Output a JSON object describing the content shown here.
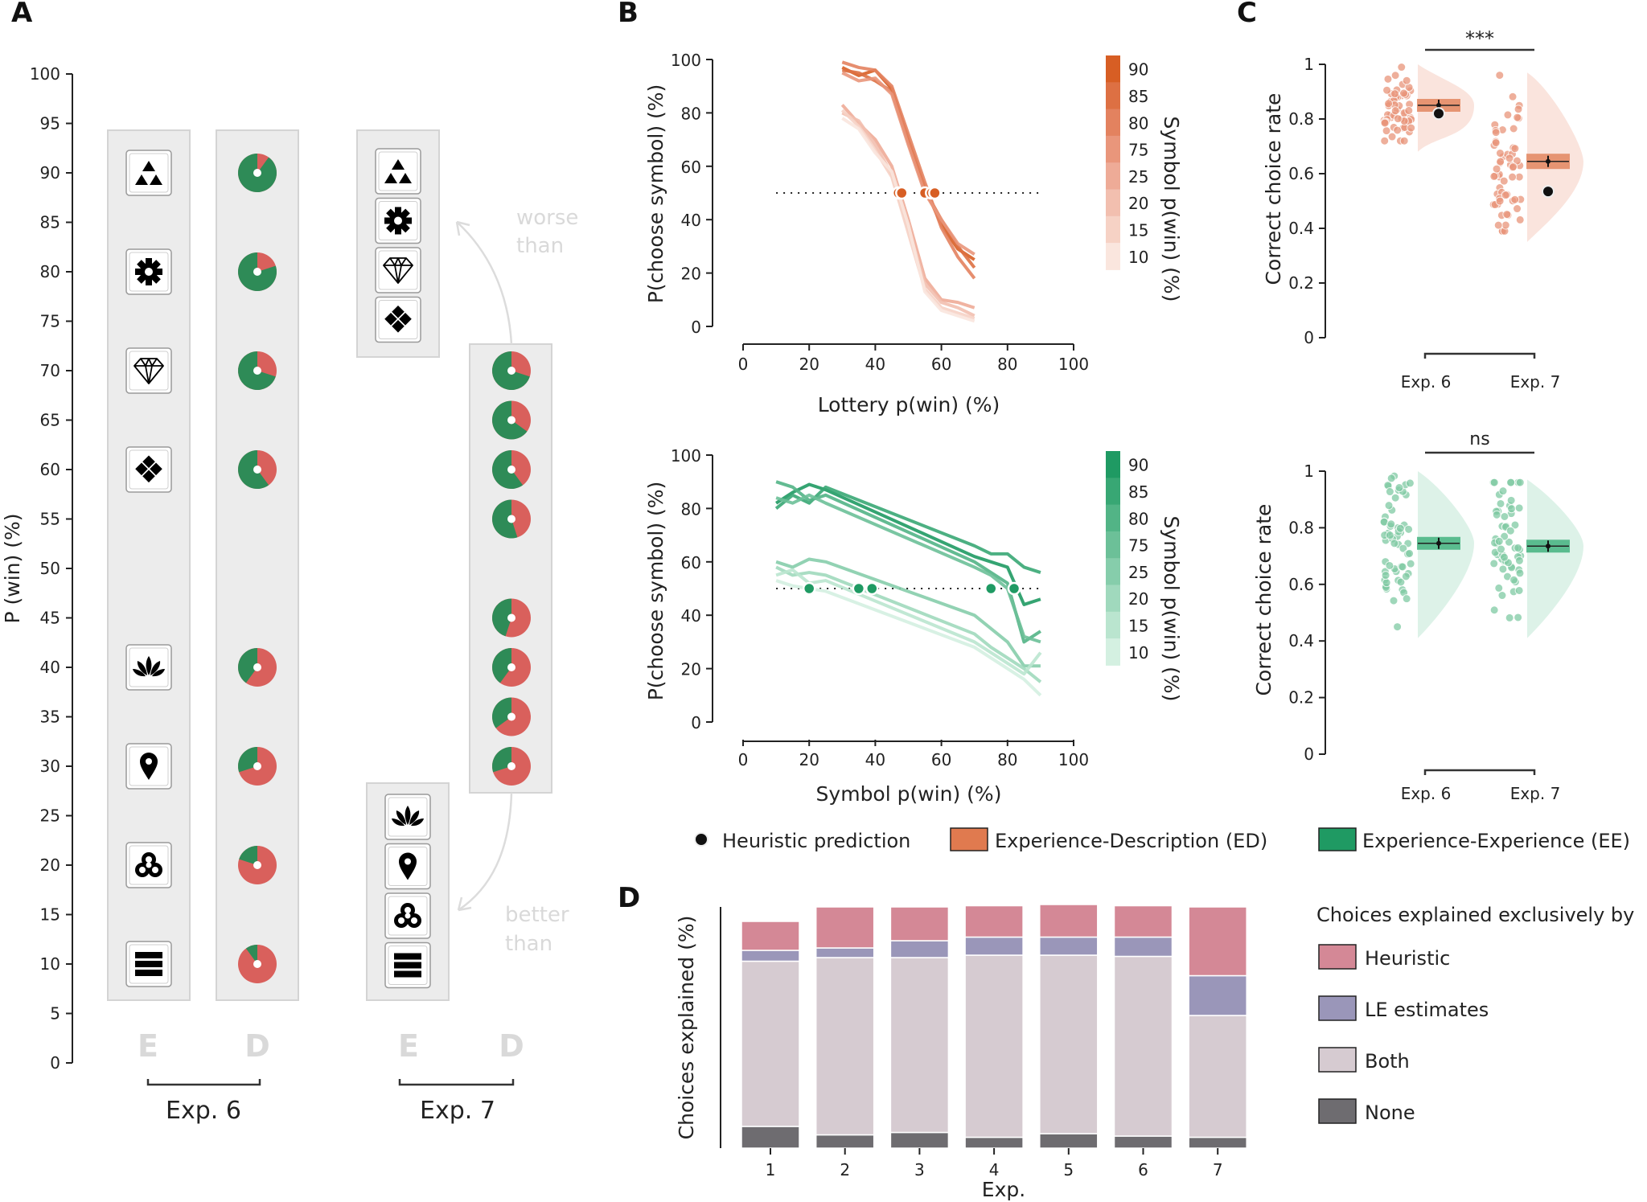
{
  "panels": [
    "A",
    "B",
    "C",
    "D"
  ],
  "panel_a": {
    "ylabel": "P (win) (%)",
    "yticks": [
      0,
      5,
      10,
      15,
      20,
      25,
      30,
      35,
      40,
      45,
      50,
      55,
      60,
      65,
      70,
      75,
      80,
      85,
      90,
      95,
      100
    ],
    "column_letters": [
      "E",
      "D",
      "E",
      "D"
    ],
    "experiments": [
      "Exp. 6",
      "Exp. 7"
    ],
    "exp6_symbols": [
      {
        "icon": "triangles-icon",
        "p_win": 90
      },
      {
        "icon": "gear-icon",
        "p_win": 80
      },
      {
        "icon": "diamond-icon",
        "p_win": 70
      },
      {
        "icon": "diamond-squares-icon",
        "p_win": 60
      },
      {
        "icon": "lotus-icon",
        "p_win": 40
      },
      {
        "icon": "map-pin-icon",
        "p_win": 30
      },
      {
        "icon": "trefoil-icon",
        "p_win": 20
      },
      {
        "icon": "bars-icon",
        "p_win": 10
      }
    ],
    "exp6_lotteries": [
      90,
      80,
      70,
      60,
      40,
      30,
      20,
      10
    ],
    "exp7_symbols_worse": [
      "triangles-icon",
      "gear-icon",
      "diamond-icon",
      "diamond-squares-icon"
    ],
    "exp7_symbols_better": [
      "lotus-icon",
      "map-pin-icon",
      "trefoil-icon",
      "bars-icon"
    ],
    "exp7_lotteries": [
      70,
      65,
      60,
      55,
      45,
      40,
      35,
      30
    ],
    "arrow_worse": [
      "worse",
      "than"
    ],
    "arrow_better": [
      "better",
      "than"
    ],
    "colors": {
      "win": "#2e8b57",
      "loss": "#d9605c",
      "box": "#ececec"
    }
  },
  "panel_b": {
    "top": {
      "xlabel": "Lottery p(win) (%)",
      "ylabel": "P(choose symbol) (%)",
      "xticks": [
        0,
        20,
        40,
        60,
        80,
        100
      ],
      "yticks": [
        0,
        20,
        40,
        60,
        80,
        100
      ],
      "colorbar_label": "Symbol p(win) (%)",
      "colorbar_ticks": [
        90,
        85,
        80,
        75,
        25,
        20,
        15,
        10
      ],
      "colorbar_colors": [
        "#d75e24",
        "#dd7043",
        "#e3825f",
        "#e9967b",
        "#eeab97",
        "#f2bfaf",
        "#f6d2c5",
        "#fae6de"
      ]
    },
    "bottom": {
      "xlabel": "Symbol p(win) (%)",
      "ylabel": "P(choose symbol) (%)",
      "xticks": [
        0,
        20,
        40,
        60,
        80,
        100
      ],
      "yticks": [
        0,
        20,
        40,
        60,
        80,
        100
      ],
      "colorbar_label": "Symbol p(win) (%)",
      "colorbar_ticks": [
        90,
        85,
        80,
        75,
        25,
        20,
        15,
        10
      ],
      "colorbar_colors": [
        "#1f9a63",
        "#38a774",
        "#52b486",
        "#6cc098",
        "#86cdab",
        "#a0d9bd",
        "#bae5cf",
        "#d4f0e1"
      ]
    }
  },
  "panel_c": {
    "ylabel": "Correct choice rate",
    "yticks": [
      "0",
      "0.2",
      "0.4",
      "0.6",
      "0.8",
      "1"
    ],
    "xcats": [
      "Exp. 6",
      "Exp. 7"
    ],
    "sig_top": "***",
    "sig_bottom": "ns"
  },
  "legend_bc": {
    "heuristic": "Heuristic prediction",
    "ed": "Experience-Description (ED)",
    "ee": "Experience-Experience (EE)",
    "ed_color": "#e07a4f",
    "ee_color": "#1f9a63"
  },
  "panel_d": {
    "ylabel": "Choices explained (%)",
    "xlabel": "Exp.",
    "legend_title": "Choices explained exclusively by",
    "legend": [
      "Heuristic",
      "LE estimates",
      "Both",
      "None"
    ],
    "colors": {
      "Heuristic": "#d48896",
      "LE estimates": "#9a96b9",
      "Both": "#d6cbd1",
      "None": "#6e6c70"
    }
  },
  "chart_data": [
    {
      "type": "line",
      "panel": "B-top",
      "xlabel": "Lottery p(win) (%)",
      "ylabel": "P(choose symbol) (%)",
      "xlim": [
        0,
        100
      ],
      "ylim": [
        0,
        100
      ],
      "series": [
        {
          "name": "90",
          "x": [
            30,
            35,
            40,
            45,
            50,
            55,
            60,
            65,
            70
          ],
          "y": [
            97,
            94,
            96,
            89,
            70,
            52,
            38,
            29,
            25
          ]
        },
        {
          "name": "85",
          "x": [
            30,
            35,
            40,
            45,
            50,
            55,
            60,
            65,
            70
          ],
          "y": [
            96,
            95,
            92,
            88,
            69,
            51,
            40,
            30,
            22
          ]
        },
        {
          "name": "80",
          "x": [
            30,
            35,
            40,
            45,
            50,
            55,
            60,
            65,
            70
          ],
          "y": [
            99,
            97,
            96,
            90,
            72,
            54,
            37,
            26,
            18
          ]
        },
        {
          "name": "75",
          "x": [
            30,
            35,
            40,
            45,
            50,
            55,
            60,
            65,
            70
          ],
          "y": [
            95,
            92,
            93,
            87,
            68,
            50,
            40,
            31,
            27
          ]
        },
        {
          "name": "25",
          "x": [
            30,
            35,
            40,
            45,
            50,
            55,
            60,
            65,
            70
          ],
          "y": [
            83,
            76,
            70,
            60,
            40,
            18,
            10,
            9,
            7
          ]
        },
        {
          "name": "20",
          "x": [
            30,
            35,
            40,
            45,
            50,
            55,
            60,
            65,
            70
          ],
          "y": [
            80,
            77,
            68,
            57,
            37,
            16,
            9,
            7,
            4
          ]
        },
        {
          "name": "15",
          "x": [
            30,
            35,
            40,
            45,
            50,
            55,
            60,
            65,
            70
          ],
          "y": [
            81,
            75,
            66,
            56,
            35,
            14,
            7,
            5,
            3
          ]
        },
        {
          "name": "10",
          "x": [
            30,
            35,
            40,
            45,
            50,
            55,
            60,
            65,
            70
          ],
          "y": [
            78,
            74,
            65,
            58,
            38,
            13,
            6,
            4,
            2
          ]
        }
      ],
      "heuristic_points": [
        {
          "x": 47,
          "y": 50
        },
        {
          "x": 48,
          "y": 50
        },
        {
          "x": 55,
          "y": 50
        },
        {
          "x": 57,
          "y": 50
        },
        {
          "x": 58,
          "y": 50
        }
      ],
      "reference_line": 50
    },
    {
      "type": "line",
      "panel": "B-bottom",
      "xlabel": "Symbol p(win) (%)",
      "ylabel": "P(choose symbol) (%)",
      "xlim": [
        0,
        100
      ],
      "ylim": [
        0,
        100
      ],
      "series": [
        {
          "name": "90",
          "x": [
            10,
            15,
            20,
            25,
            70,
            75,
            80,
            85,
            90
          ],
          "y": [
            82,
            86,
            89,
            87,
            62,
            60,
            58,
            44,
            46
          ]
        },
        {
          "name": "85",
          "x": [
            10,
            15,
            20,
            25,
            70,
            75,
            80,
            85,
            90
          ],
          "y": [
            80,
            85,
            82,
            88,
            66,
            63,
            63,
            58,
            56
          ]
        },
        {
          "name": "80",
          "x": [
            10,
            15,
            20,
            25,
            70,
            75,
            80,
            85,
            90
          ],
          "y": [
            90,
            88,
            83,
            85,
            60,
            56,
            52,
            30,
            34
          ]
        },
        {
          "name": "75",
          "x": [
            10,
            15,
            20,
            25,
            70,
            75,
            80,
            85,
            90
          ],
          "y": [
            84,
            82,
            85,
            82,
            58,
            55,
            50,
            32,
            30
          ]
        },
        {
          "name": "25",
          "x": [
            10,
            15,
            20,
            25,
            70,
            75,
            80,
            85,
            90
          ],
          "y": [
            60,
            58,
            61,
            60,
            40,
            35,
            30,
            21,
            21
          ]
        },
        {
          "name": "20",
          "x": [
            10,
            15,
            20,
            25,
            70,
            75,
            80,
            85,
            90
          ],
          "y": [
            58,
            55,
            56,
            55,
            33,
            28,
            24,
            20,
            15
          ]
        },
        {
          "name": "15",
          "x": [
            10,
            15,
            20,
            25,
            70,
            75,
            80,
            85,
            90
          ],
          "y": [
            55,
            57,
            52,
            53,
            30,
            26,
            22,
            18,
            26
          ]
        },
        {
          "name": "10",
          "x": [
            10,
            15,
            20,
            25,
            70,
            75,
            80,
            85,
            90
          ],
          "y": [
            53,
            51,
            50,
            49,
            28,
            24,
            20,
            16,
            10
          ]
        }
      ],
      "heuristic_points": [
        {
          "x": 20,
          "y": 50
        },
        {
          "x": 35,
          "y": 50
        },
        {
          "x": 39,
          "y": 50
        },
        {
          "x": 75,
          "y": 50
        },
        {
          "x": 82,
          "y": 50
        }
      ],
      "reference_line": 50
    },
    {
      "type": "scatter",
      "panel": "C-top",
      "ylabel": "Correct choice rate",
      "categories": [
        "Exp. 6",
        "Exp. 7"
      ],
      "ylim": [
        0,
        1
      ],
      "means": [
        0.85,
        0.645
      ],
      "sem": [
        0.01,
        0.02
      ],
      "heuristic_prediction": [
        0.82,
        0.535
      ],
      "point_range": [
        [
          0.72,
          0.99
        ],
        [
          0.39,
          0.96
        ]
      ],
      "significance": "***"
    },
    {
      "type": "scatter",
      "panel": "C-bottom",
      "ylabel": "Correct choice rate",
      "categories": [
        "Exp. 6",
        "Exp. 7"
      ],
      "ylim": [
        0,
        1
      ],
      "means": [
        0.745,
        0.735
      ],
      "sem": [
        0.015,
        0.015
      ],
      "point_range": [
        [
          0.45,
          0.99
        ],
        [
          0.45,
          0.96
        ]
      ],
      "significance": "ns"
    },
    {
      "type": "bar",
      "panel": "D",
      "xlabel": "Exp.",
      "ylabel": "Choices explained (%)",
      "categories": [
        "1",
        "2",
        "3",
        "4",
        "5",
        "6",
        "7"
      ],
      "ylim": [
        0,
        100
      ],
      "stacked": true,
      "series": [
        {
          "name": "None",
          "values": [
            9,
            5.5,
            6.5,
            4.5,
            6,
            5,
            4.5
          ]
        },
        {
          "name": "Both",
          "values": [
            68.5,
            73.5,
            72.5,
            75.5,
            74,
            74.5,
            50.5
          ]
        },
        {
          "name": "LE estimates",
          "values": [
            4.5,
            4,
            7,
            7.5,
            7.5,
            8,
            16.5
          ]
        },
        {
          "name": "Heuristic",
          "values": [
            12,
            17,
            14,
            13,
            13.5,
            13,
            28.5
          ]
        }
      ]
    }
  ]
}
